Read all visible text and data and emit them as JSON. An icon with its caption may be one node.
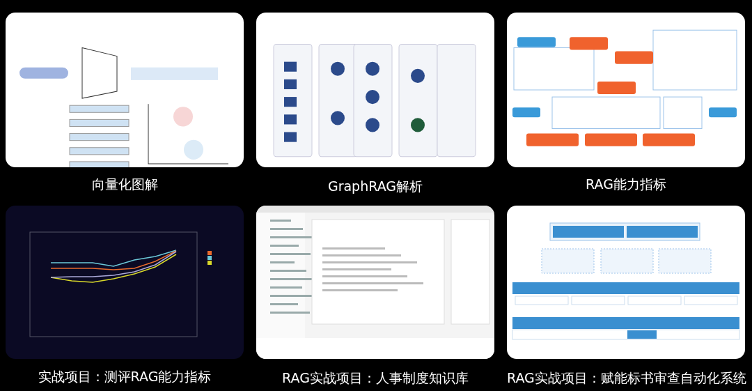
{
  "diagram": {
    "nodes": [
      {
        "text": [],
        "shape": "picture"
      },
      {
        "text": [],
        "shape": "picture"
      },
      {
        "text": [],
        "shape": "picture"
      },
      {
        "text": [],
        "shape": "picture"
      },
      {
        "text": [],
        "shape": "picture"
      },
      {
        "text": [],
        "shape": "picture"
      }
    ],
    "edges": [],
    "labels": [
      "向量化图解",
      "GraphRAG解析",
      "RAG能力指标",
      "实战项目：测评RAG能力指标",
      "RAG实战项目：人事制度知识库",
      "RAG实战项目：赋能标书审查自动化系统"
    ]
  }
}
